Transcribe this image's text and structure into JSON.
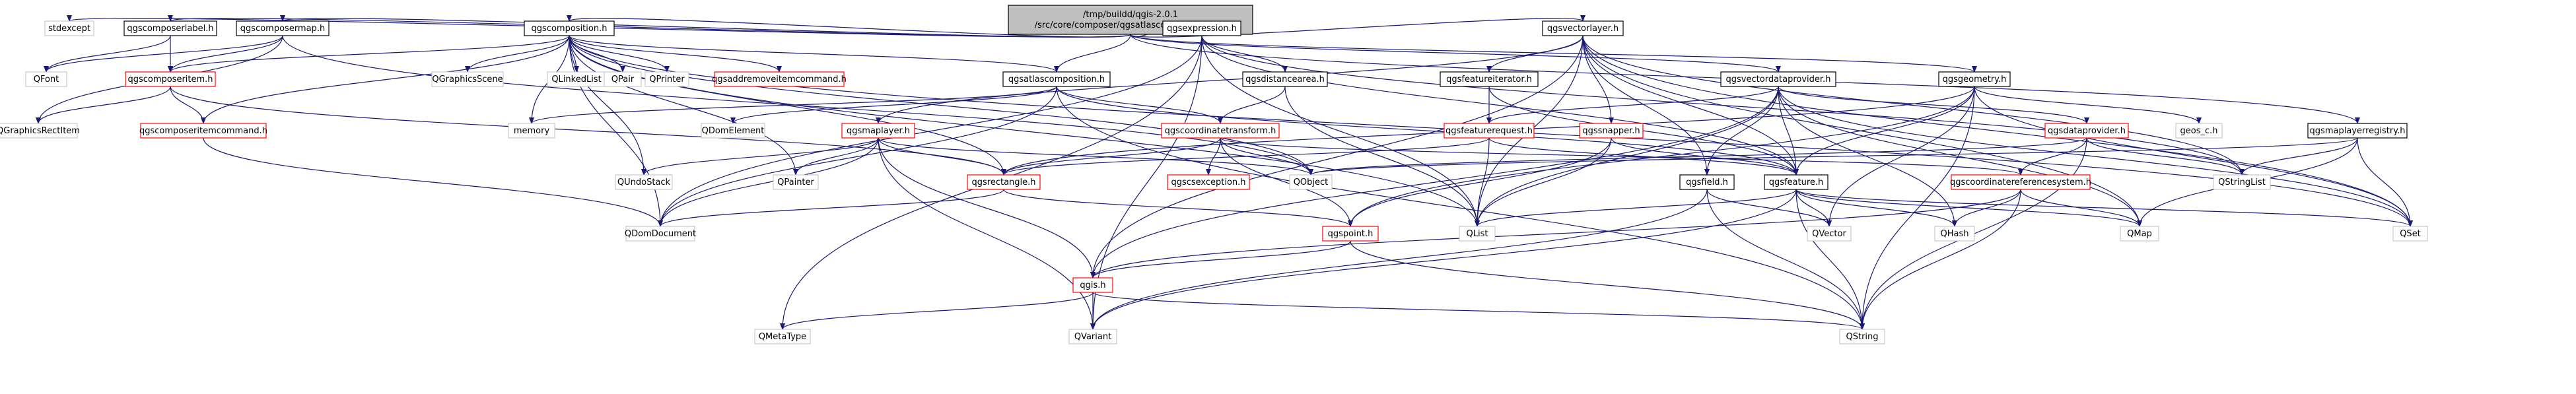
{
  "graph": {
    "nodes": [
      {
        "id": "root",
        "lines": [
          "/tmp/buildd/qgis-2.0.1",
          "/src/core/composer/qgsatlascomposition.cpp"
        ],
        "style": "root"
      },
      {
        "id": "stdexcept",
        "lines": [
          "stdexcept"
        ],
        "style": "plain"
      },
      {
        "id": "qgscomposerlabel_h",
        "lines": [
          "qgscomposerlabel.h"
        ],
        "style": "black"
      },
      {
        "id": "qgscomposermap_h",
        "lines": [
          "qgscomposermap.h"
        ],
        "style": "black"
      },
      {
        "id": "qgscomposition_h",
        "lines": [
          "qgscomposition.h"
        ],
        "style": "black"
      },
      {
        "id": "qgsexpression_h",
        "lines": [
          "qgsexpression.h"
        ],
        "style": "black"
      },
      {
        "id": "qgsvectorlayer_h",
        "lines": [
          "qgsvectorlayer.h"
        ],
        "style": "black"
      },
      {
        "id": "QFont",
        "lines": [
          "QFont"
        ],
        "style": "plain"
      },
      {
        "id": "qgscomposeritem_h",
        "lines": [
          "qgscomposeritem.h"
        ],
        "style": "red"
      },
      {
        "id": "QGraphicsRectItem",
        "lines": [
          "QGraphicsRectItem"
        ],
        "style": "plain"
      },
      {
        "id": "qgscomposeritemcommand_h",
        "lines": [
          "qgscomposeritemcommand.h"
        ],
        "style": "red"
      },
      {
        "id": "memory",
        "lines": [
          "memory"
        ],
        "style": "plain"
      },
      {
        "id": "QGraphicsScene",
        "lines": [
          "QGraphicsScene"
        ],
        "style": "plain"
      },
      {
        "id": "QLinkedList",
        "lines": [
          "QLinkedList"
        ],
        "style": "plain"
      },
      {
        "id": "QPair",
        "lines": [
          "QPair"
        ],
        "style": "plain"
      },
      {
        "id": "QPrinter",
        "lines": [
          "QPrinter"
        ],
        "style": "plain"
      },
      {
        "id": "qgsaddremoveitemcommand_h",
        "lines": [
          "qgsaddremoveitemcommand.h"
        ],
        "style": "red"
      },
      {
        "id": "qgsatlascomposition_h",
        "lines": [
          "qgsatlascomposition.h"
        ],
        "style": "black"
      },
      {
        "id": "QDomElement",
        "lines": [
          "QDomElement"
        ],
        "style": "plain"
      },
      {
        "id": "qgsmaplayer_h",
        "lines": [
          "qgsmaplayer.h"
        ],
        "style": "red"
      },
      {
        "id": "qgscoordinatetransform_h",
        "lines": [
          "qgscoordinatetransform.h"
        ],
        "style": "red"
      },
      {
        "id": "QUndoStack",
        "lines": [
          "QUndoStack"
        ],
        "style": "plain"
      },
      {
        "id": "QPainter",
        "lines": [
          "QPainter"
        ],
        "style": "plain"
      },
      {
        "id": "qgsrectangle_h",
        "lines": [
          "qgsrectangle.h"
        ],
        "style": "red"
      },
      {
        "id": "qgscsexception_h",
        "lines": [
          "qgscsexception.h"
        ],
        "style": "red"
      },
      {
        "id": "QObject",
        "lines": [
          "QObject"
        ],
        "style": "plain"
      },
      {
        "id": "QDomDocument",
        "lines": [
          "QDomDocument"
        ],
        "style": "plain"
      },
      {
        "id": "qgsdistancearea_h",
        "lines": [
          "qgsdistancearea.h"
        ],
        "style": "black"
      },
      {
        "id": "qgsfeatureiterator_h",
        "lines": [
          "qgsfeatureiterator.h"
        ],
        "style": "black"
      },
      {
        "id": "qgsfeaturerequest_h",
        "lines": [
          "qgsfeaturerequest.h"
        ],
        "style": "red"
      },
      {
        "id": "qgssnapper_h",
        "lines": [
          "qgssnapper.h"
        ],
        "style": "red"
      },
      {
        "id": "qgsvectordataprovider_h",
        "lines": [
          "qgsvectordataprovider.h"
        ],
        "style": "black"
      },
      {
        "id": "qgsgeometry_h",
        "lines": [
          "qgsgeometry.h"
        ],
        "style": "black"
      },
      {
        "id": "qgsmaplayerregistry_h",
        "lines": [
          "qgsmaplayerregistry.h"
        ],
        "style": "black"
      },
      {
        "id": "qgsdataprovider_h",
        "lines": [
          "qgsdataprovider.h"
        ],
        "style": "red"
      },
      {
        "id": "geos_c_h",
        "lines": [
          "geos_c.h"
        ],
        "style": "plain"
      },
      {
        "id": "qgsfield_h",
        "lines": [
          "qgsfield.h"
        ],
        "style": "black"
      },
      {
        "id": "qgsfeature_h",
        "lines": [
          "qgsfeature.h"
        ],
        "style": "black"
      },
      {
        "id": "qgscoordinatereferencesystem_h",
        "lines": [
          "qgscoordinatereferencesystem.h"
        ],
        "style": "red"
      },
      {
        "id": "QStringList",
        "lines": [
          "QStringList"
        ],
        "style": "plain"
      },
      {
        "id": "QList",
        "lines": [
          "QList"
        ],
        "style": "plain"
      },
      {
        "id": "qgspoint_h",
        "lines": [
          "qgspoint.h"
        ],
        "style": "red"
      },
      {
        "id": "QVector",
        "lines": [
          "QVector"
        ],
        "style": "plain"
      },
      {
        "id": "QHash",
        "lines": [
          "QHash"
        ],
        "style": "plain"
      },
      {
        "id": "QMap",
        "lines": [
          "QMap"
        ],
        "style": "plain"
      },
      {
        "id": "QSet",
        "lines": [
          "QSet"
        ],
        "style": "plain"
      },
      {
        "id": "qgis_h",
        "lines": [
          "qgis.h"
        ],
        "style": "red"
      },
      {
        "id": "QMetaType",
        "lines": [
          "QMetaType"
        ],
        "style": "plain"
      },
      {
        "id": "QVariant",
        "lines": [
          "QVariant"
        ],
        "style": "plain"
      },
      {
        "id": "QString",
        "lines": [
          "QString"
        ],
        "style": "plain"
      }
    ],
    "edges": [
      [
        "root",
        "stdexcept"
      ],
      [
        "root",
        "qgscomposerlabel_h"
      ],
      [
        "root",
        "qgscomposermap_h"
      ],
      [
        "root",
        "qgscomposition_h"
      ],
      [
        "root",
        "qgsatlascomposition_h"
      ],
      [
        "root",
        "qgsexpression_h"
      ],
      [
        "root",
        "qgsvectorlayer_h"
      ],
      [
        "root",
        "qgsvectordataprovider_h"
      ],
      [
        "root",
        "qgsgeometry_h"
      ],
      [
        "root",
        "qgsmaplayerregistry_h"
      ],
      [
        "qgscomposerlabel_h",
        "qgscomposeritem_h"
      ],
      [
        "qgscomposerlabel_h",
        "QFont"
      ],
      [
        "qgscomposermap_h",
        "qgscomposeritem_h"
      ],
      [
        "qgscomposermap_h",
        "QFont"
      ],
      [
        "qgscomposermap_h",
        "QGraphicsRectItem"
      ],
      [
        "qgscomposermap_h",
        "QObject"
      ],
      [
        "qgscomposeritem_h",
        "qgscomposeritemcommand_h"
      ],
      [
        "qgscomposeritem_h",
        "QGraphicsRectItem"
      ],
      [
        "qgscomposeritem_h",
        "qgsrectangle_h"
      ],
      [
        "qgscomposeritemcommand_h",
        "QDomDocument"
      ],
      [
        "qgscomposition_h",
        "memory"
      ],
      [
        "qgscomposition_h",
        "qgscomposeritem_h"
      ],
      [
        "qgscomposition_h",
        "qgscomposeritemcommand_h"
      ],
      [
        "qgscomposition_h",
        "QGraphicsScene"
      ],
      [
        "qgscomposition_h",
        "QLinkedList"
      ],
      [
        "qgscomposition_h",
        "QPair"
      ],
      [
        "qgscomposition_h",
        "QPrinter"
      ],
      [
        "qgscomposition_h",
        "qgsaddremoveitemcommand_h"
      ],
      [
        "qgscomposition_h",
        "qgsatlascomposition_h"
      ],
      [
        "qgscomposition_h",
        "QDomDocument"
      ],
      [
        "qgscomposition_h",
        "QUndoStack"
      ],
      [
        "qgscomposition_h",
        "QPainter"
      ],
      [
        "qgscomposition_h",
        "QSet"
      ],
      [
        "qgscomposition_h",
        "QList"
      ],
      [
        "qgscomposition_h",
        "QObject"
      ],
      [
        "qgscomposition_h",
        "qgsrectangle_h"
      ],
      [
        "qgsatlascomposition_h",
        "qgscoordinatetransform_h"
      ],
      [
        "qgsatlascomposition_h",
        "memory"
      ],
      [
        "qgsatlascomposition_h",
        "QString"
      ],
      [
        "qgsatlascomposition_h",
        "QDomElement"
      ],
      [
        "qgsatlascomposition_h",
        "QDomDocument"
      ],
      [
        "qgsatlascomposition_h",
        "qgsfeature_h"
      ],
      [
        "qgsexpression_h",
        "qgsdistancearea_h"
      ],
      [
        "qgsexpression_h",
        "qgsfeature_h"
      ],
      [
        "qgsexpression_h",
        "QStringList"
      ],
      [
        "qgsexpression_h",
        "QMetaType"
      ],
      [
        "qgsexpression_h",
        "QVariant"
      ],
      [
        "qgsexpression_h",
        "QList"
      ],
      [
        "qgsexpression_h",
        "QDomDocument"
      ],
      [
        "qgsdistancearea_h",
        "qgscoordinatetransform_h"
      ],
      [
        "qgsdistancearea_h",
        "QList"
      ],
      [
        "qgsvectorlayer_h",
        "qgsfeatureiterator_h"
      ],
      [
        "qgsvectorlayer_h",
        "qgsmaplayer_h"
      ],
      [
        "qgsvectorlayer_h",
        "qgssnapper_h"
      ],
      [
        "qgsvectorlayer_h",
        "qgsfeature_h"
      ],
      [
        "qgsvectorlayer_h",
        "qgsfield_h"
      ],
      [
        "qgsvectorlayer_h",
        "QMap"
      ],
      [
        "qgsvectorlayer_h",
        "QSet"
      ],
      [
        "qgsvectorlayer_h",
        "QList"
      ],
      [
        "qgsvectorlayer_h",
        "QStringList"
      ],
      [
        "qgsvectorlayer_h",
        "qgis_h"
      ],
      [
        "qgsfeatureiterator_h",
        "qgsfeaturerequest_h"
      ],
      [
        "qgsfeatureiterator_h",
        "qgsfeature_h"
      ],
      [
        "qgsfeaturerequest_h",
        "qgsfeature_h"
      ],
      [
        "qgsfeaturerequest_h",
        "qgsrectangle_h"
      ],
      [
        "qgsfeaturerequest_h",
        "QList"
      ],
      [
        "qgssnapper_h",
        "qgspoint_h"
      ],
      [
        "qgssnapper_h",
        "QList"
      ],
      [
        "qgssnapper_h",
        "qgsfeature_h"
      ],
      [
        "qgsmaplayer_h",
        "QDomDocument"
      ],
      [
        "qgsmaplayer_h",
        "QUndoStack"
      ],
      [
        "qgsmaplayer_h",
        "QPainter"
      ],
      [
        "qgsmaplayer_h",
        "qgsrectangle_h"
      ],
      [
        "qgsmaplayer_h",
        "QObject"
      ],
      [
        "qgsmaplayer_h",
        "qgis_h"
      ],
      [
        "qgsmaplayer_h",
        "QVariant"
      ],
      [
        "qgscoordinatetransform_h",
        "qgsrectangle_h"
      ],
      [
        "qgscoordinatetransform_h",
        "qgscsexception_h"
      ],
      [
        "qgscoordinatetransform_h",
        "QObject"
      ],
      [
        "qgscoordinatetransform_h",
        "qgspoint_h"
      ],
      [
        "qgscoordinatetransform_h",
        "qgscoordinatereferencesystem_h"
      ],
      [
        "qgsrectangle_h",
        "qgspoint_h"
      ],
      [
        "qgsrectangle_h",
        "QDomDocument"
      ],
      [
        "qgsvectordataprovider_h",
        "qgsdataprovider_h"
      ],
      [
        "qgsvectordataprovider_h",
        "qgsfeature_h"
      ],
      [
        "qgsvectordataprovider_h",
        "qgsfield_h"
      ],
      [
        "qgsvectordataprovider_h",
        "QHash"
      ],
      [
        "qgsvectordataprovider_h",
        "QMap"
      ],
      [
        "qgsvectordataprovider_h",
        "QSet"
      ],
      [
        "qgsvectordataprovider_h",
        "QList"
      ],
      [
        "qgsvectordataprovider_h",
        "qgsfeaturerequest_h"
      ],
      [
        "qgsvectordataprovider_h",
        "qgis_h"
      ],
      [
        "qgsgeometry_h",
        "geos_c_h"
      ],
      [
        "qgsgeometry_h",
        "qgsfeature_h"
      ],
      [
        "qgsgeometry_h",
        "QVector"
      ],
      [
        "qgsgeometry_h",
        "QSet"
      ],
      [
        "qgsgeometry_h",
        "qgspoint_h"
      ],
      [
        "qgsgeometry_h",
        "qgsrectangle_h"
      ],
      [
        "qgsgeometry_h",
        "QString"
      ],
      [
        "qgsdataprovider_h",
        "QObject"
      ],
      [
        "qgsdataprovider_h",
        "QStringList"
      ],
      [
        "qgsdataprovider_h",
        "QString"
      ],
      [
        "qgsdataprovider_h",
        "qgscoordinatereferencesystem_h"
      ],
      [
        "qgsmaplayerregistry_h",
        "QMap"
      ],
      [
        "qgsmaplayerregistry_h",
        "QSet"
      ],
      [
        "qgsmaplayerregistry_h",
        "QObject"
      ],
      [
        "qgsmaplayerregistry_h",
        "QStringList"
      ],
      [
        "qgsfield_h",
        "QString"
      ],
      [
        "qgsfield_h",
        "QVariant"
      ],
      [
        "qgsfield_h",
        "QVector"
      ],
      [
        "qgsfeature_h",
        "QMap"
      ],
      [
        "qgsfeature_h",
        "QString"
      ],
      [
        "qgsfeature_h",
        "QVariant"
      ],
      [
        "qgsfeature_h",
        "QList"
      ],
      [
        "qgsfeature_h",
        "QHash"
      ],
      [
        "qgsfeature_h",
        "QVector"
      ],
      [
        "qgsfeature_h",
        "QSet"
      ],
      [
        "qgscoordinatereferencesystem_h",
        "QHash"
      ],
      [
        "qgscoordinatereferencesystem_h",
        "QMap"
      ],
      [
        "qgscoordinatereferencesystem_h",
        "QString"
      ],
      [
        "qgscoordinatereferencesystem_h",
        "qgis_h"
      ],
      [
        "qgspoint_h",
        "qgis_h"
      ],
      [
        "qgspoint_h",
        "QString"
      ],
      [
        "qgis_h",
        "QMetaType"
      ],
      [
        "qgis_h",
        "QVariant"
      ],
      [
        "qgis_h",
        "QString"
      ]
    ]
  }
}
